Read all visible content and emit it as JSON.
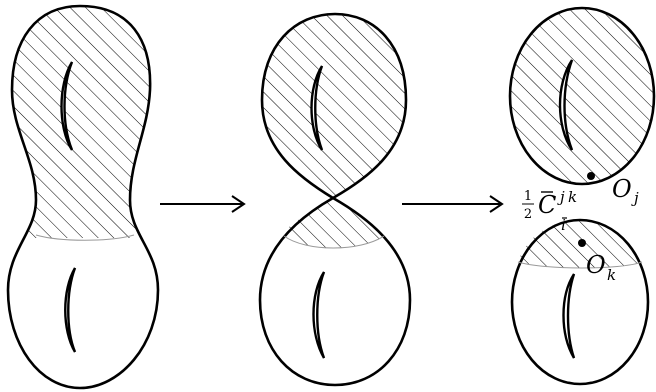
{
  "labels": {
    "coefficient_fraction": "1/2",
    "coefficient_fraction_numerator": "1",
    "coefficient_fraction_denominator": "2",
    "coefficient_symbol": "C",
    "coefficient_superscript_j": "j",
    "coefficient_superscript_k": "k",
    "coefficient_subscript_i": "i",
    "operator_upper": "O",
    "operator_upper_index": "j",
    "operator_lower": "O",
    "operator_lower_index": "k"
  },
  "colors": {
    "stroke": "#000000",
    "hatch": "#000000",
    "background": "#ffffff"
  },
  "figure": {
    "stages": 3,
    "hatched_region": "upper",
    "arrows": 2
  }
}
